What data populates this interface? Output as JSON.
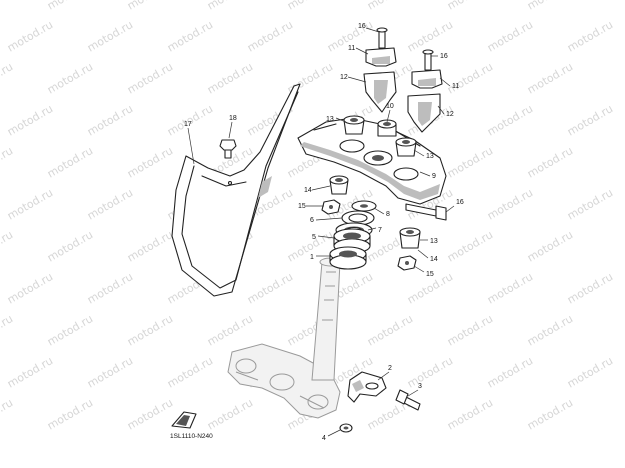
{
  "watermark_text": "motod.ru",
  "diagram_code": "1SL1110-N240",
  "callouts": {
    "c1": "1",
    "c2": "2",
    "c3": "3",
    "c4": "4",
    "c5": "5",
    "c6": "6",
    "c7": "7",
    "c8": "8",
    "c9": "9",
    "c10": "10",
    "c11a": "11",
    "c11b": "11",
    "c12a": "12",
    "c12b": "12",
    "c13a": "13",
    "c13b": "13",
    "c13c": "13",
    "c14a": "14",
    "c14b": "14",
    "c15a": "15",
    "c15b": "15",
    "c16a": "16",
    "c16b": "16",
    "c16c": "16",
    "c17": "17",
    "c18": "18"
  }
}
